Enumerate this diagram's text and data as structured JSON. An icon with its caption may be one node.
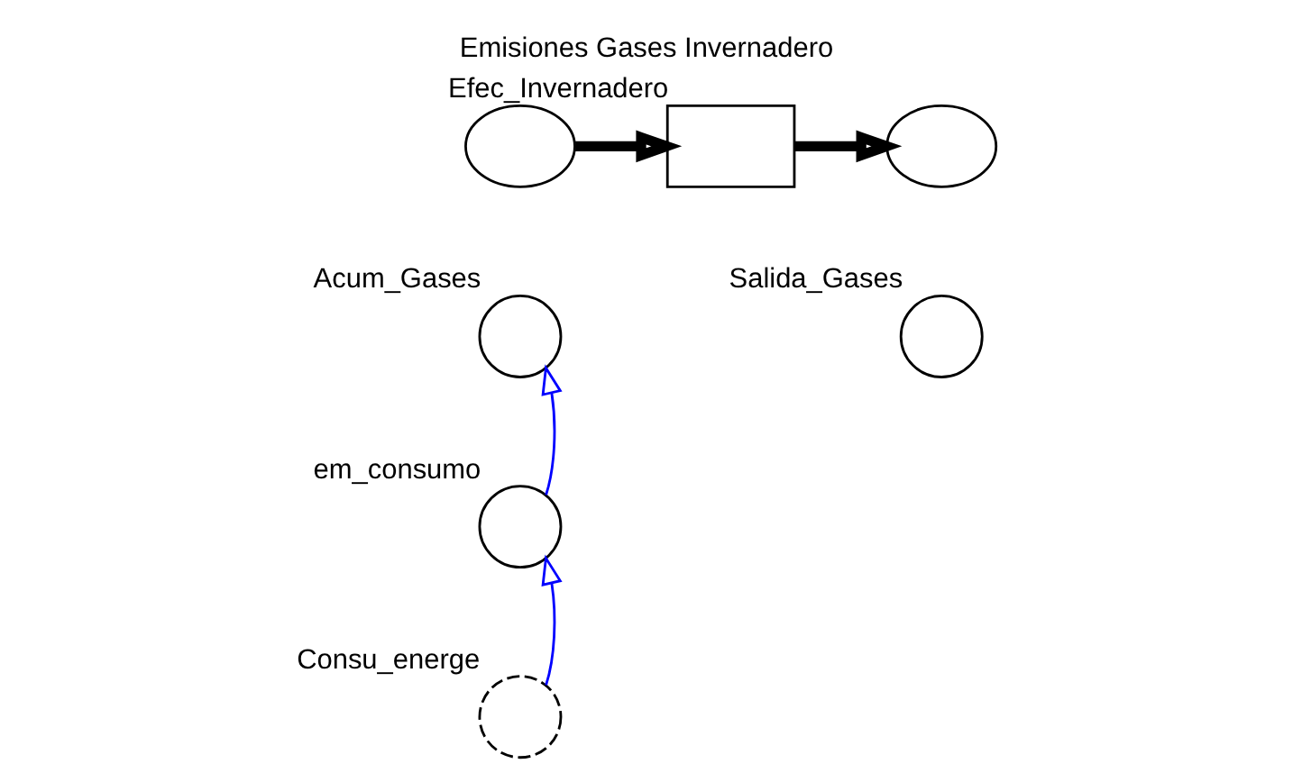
{
  "diagram": {
    "title": "Emisiones Gases Invernadero",
    "nodes": [
      {
        "text": [],
        "shape": "cloud"
      },
      {
        "text": [
          "Acum_Gases"
        ]
      },
      {
        "text": [
          "Efec_Invernadero"
        ]
      },
      {
        "text": [
          "Salida_Gases"
        ]
      },
      {
        "text": [],
        "shape": "cloud"
      },
      {
        "text": [
          "em_consumo"
        ]
      },
      {
        "text": [
          "Consu_energe"
        ]
      }
    ],
    "edges": [
      {
        "from": 0,
        "to": 2,
        "arrow": "to",
        "style": "thick"
      },
      {
        "from": 2,
        "to": 4,
        "arrow": "to",
        "style": "thick"
      },
      {
        "from": 5,
        "to": 1,
        "arrow": "to",
        "color": "#0000ff"
      },
      {
        "from": 6,
        "to": 5,
        "arrow": "to",
        "color": "#0000ff"
      }
    ]
  }
}
